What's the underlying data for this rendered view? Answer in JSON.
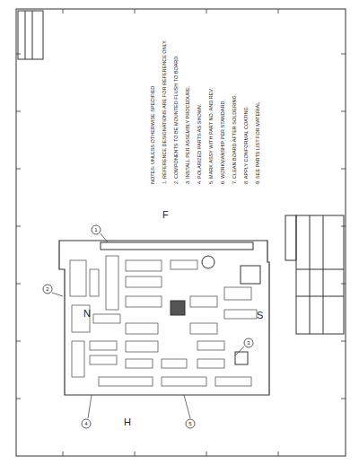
{
  "diagram": {
    "labels": [
      "F",
      "N",
      "S",
      "H",
      "1",
      "2",
      "3",
      "4",
      "5",
      "NOTES: UNLESS OTHERWISE SPECIFIED",
      "1. REFERENCE DESIGNATIONS ARE FOR REFERENCE ONLY.",
      "2. COMPONENTS TO BE MOUNTED FLUSH TO BOARD.",
      "3. INSTALL PER ASSEMBLY PROCEDURE.",
      "4. POLARIZED PARTS AS SHOWN.",
      "5. MARK ASSY WITH PART NO. AND REV.",
      "6. WORKMANSHIP PER STANDARD.",
      "7. CLEAN BOARD AFTER SOLDERING.",
      "8. APPLY CONFORMAL COATING.",
      "9. SEE PARTS LIST FOR MATERIAL."
    ]
  }
}
